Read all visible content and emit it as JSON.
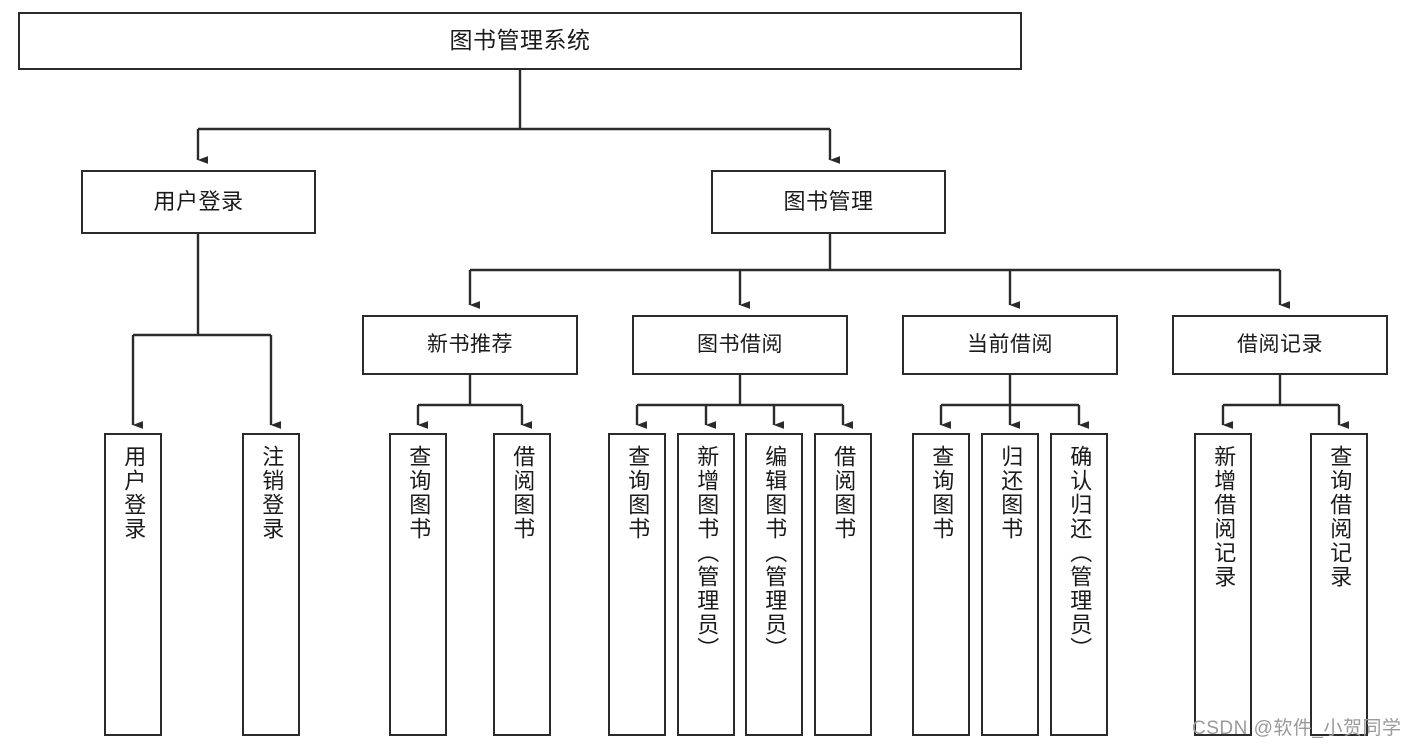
{
  "diagram": {
    "type": "tree",
    "title": "图书管理系统",
    "orientation": "top-down",
    "levels": 4,
    "colors": {
      "node_border": "#2b2b2b",
      "node_fill": "#ffffff",
      "connector": "#2b2b2b",
      "text": "#1a1a1a",
      "watermark": "#9a9a9a",
      "background": "#ffffff"
    },
    "root": {
      "label": "图书管理系统"
    },
    "level2": [
      {
        "label": "用户登录"
      },
      {
        "label": "图书管理"
      }
    ],
    "level3": [
      {
        "label": "新书推荐"
      },
      {
        "label": "图书借阅"
      },
      {
        "label": "当前借阅"
      },
      {
        "label": "借阅记录"
      }
    ],
    "leaves": {
      "user_login": [
        {
          "label": "用户登录"
        },
        {
          "label": "注销登录"
        }
      ],
      "new_book_recommend": [
        {
          "label": "查询图书"
        },
        {
          "label": "借阅图书"
        }
      ],
      "book_borrow": [
        {
          "label": "查询图书"
        },
        {
          "label": "新增图书（管理员）"
        },
        {
          "label": "编辑图书（管理员）"
        },
        {
          "label": "借阅图书"
        }
      ],
      "current_borrow": [
        {
          "label": "查询图书"
        },
        {
          "label": "归还图书"
        },
        {
          "label": "确认归还（管理员）"
        }
      ],
      "borrow_record": [
        {
          "label": "新增借阅记录"
        },
        {
          "label": "查询借阅记录"
        }
      ]
    }
  },
  "watermark": {
    "text": "CSDN @软件_小贺同学"
  }
}
